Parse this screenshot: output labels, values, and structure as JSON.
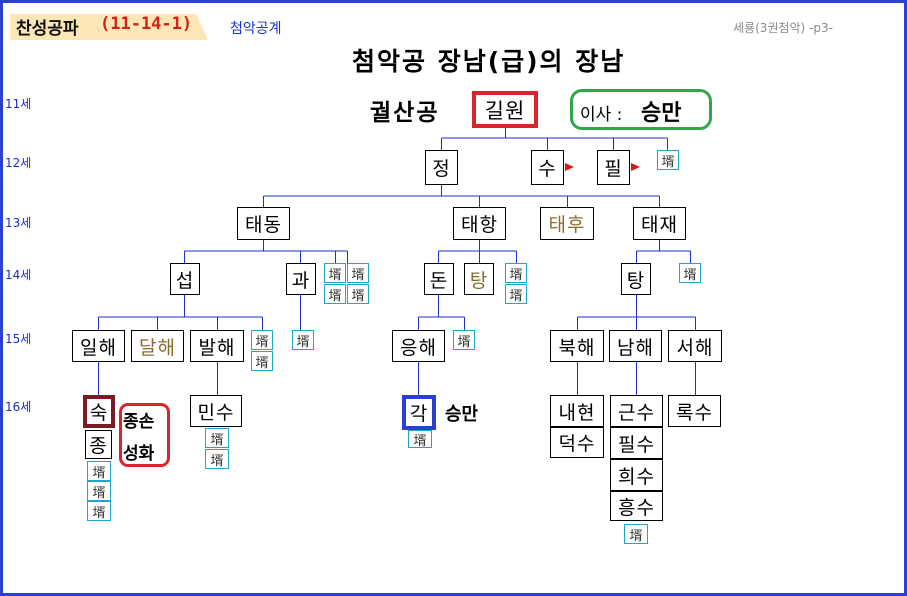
{
  "header": {
    "badge_label": "찬성공파",
    "badge_code": "(11-14-1)",
    "link": "첨악공계",
    "page_ref": "세룡(3권첨악)  -p3-"
  },
  "title": {
    "line1": "첨악공 장남(급)의 장남",
    "line2_prefix": "궐산공",
    "line2_name": "길원",
    "adopt_label": "이사 :",
    "adopt_name": "승만"
  },
  "generations": [
    "11세",
    "12세",
    "13세",
    "14세",
    "15세",
    "16세"
  ],
  "people": {
    "jeong": "정",
    "su": "수",
    "pil": "필",
    "taedong": "태동",
    "taehang": "태항",
    "taehu": "태후",
    "taejae": "태재",
    "seob": "섭",
    "gwa": "과",
    "don": "돈",
    "tang_brown": "탕",
    "tang": "탕",
    "ilhae": "일해",
    "dalhae": "달해",
    "balhae": "발해",
    "eunghae": "응해",
    "bukhae": "북해",
    "namhae": "남해",
    "seohae": "서해",
    "suk": "숙",
    "jong": "종",
    "minsu": "민수",
    "gak": "각",
    "gak_note": "승만",
    "naehyeon": "내현",
    "deoksu": "덕수",
    "geunsu": "근수",
    "pilsu": "필수",
    "huisu": "희수",
    "heungsu": "흥수",
    "roksu": "록수"
  },
  "heir_note": {
    "line1": "종손",
    "line2": "성화"
  },
  "son_in_law": "壻"
}
